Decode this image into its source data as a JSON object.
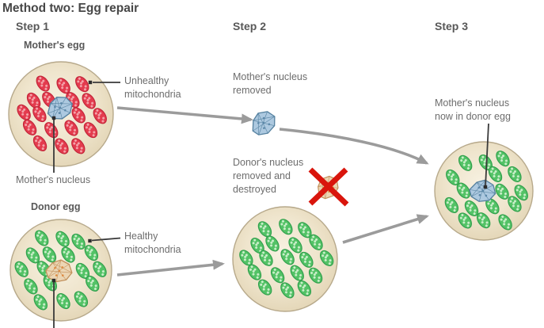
{
  "title": "Method two: Egg repair",
  "steps": [
    {
      "label": "Step 1"
    },
    {
      "label": "Step 2"
    },
    {
      "label": "Step 3"
    }
  ],
  "step1": {
    "mother_egg_label": "Mother's egg",
    "unhealthy_annotation": "Unhealthy\nmitochondria",
    "mother_nucleus_annotation": "Mother's nucleus",
    "donor_egg_label": "Donor egg",
    "healthy_annotation": "Healthy\nmitochondria"
  },
  "step2": {
    "mother_nucleus_removed": "Mother's nucleus\nremoved",
    "donor_nucleus_destroyed": "Donor's nucleus\nremoved and\ndestroyed"
  },
  "step3": {
    "result_annotation": "Mother's nucleus\nnow in donor egg"
  },
  "diagram": {
    "eggs": [
      {
        "name": "mothers-egg",
        "mitochondria": "unhealthy",
        "nucleus": "mother"
      },
      {
        "name": "donor-egg",
        "mitochondria": "healthy",
        "nucleus": "donor"
      },
      {
        "name": "enucleated-donor-egg",
        "mitochondria": "healthy",
        "nucleus": null
      },
      {
        "name": "repaired-donor-egg",
        "mitochondria": "healthy",
        "nucleus": "mother"
      }
    ],
    "extracted_nucleus": "mother",
    "destroyed_nucleus": "donor"
  },
  "colors": {
    "unhealthy_mitochondria": "#e33b4e",
    "unhealthy_mitochondria_dark": "#c12438",
    "unhealthy_mitochondria_dots": "#f4a2a9",
    "healthy_mitochondria": "#53c266",
    "healthy_mitochondria_dark": "#2f9e4b",
    "healthy_mitochondria_dots": "#c9eec9",
    "mother_nucleus_fill": "#adc9e0",
    "mother_nucleus_stroke": "#54809f",
    "donor_nucleus_fill": "#ecd6b4",
    "donor_nucleus_stroke": "#c2915c",
    "donor_nucleus_dots": "#df8a3e",
    "egg_fill": "#efe5cd",
    "egg_border": "#b7a98b",
    "arrow": "#9b9b9b",
    "cross": "#d9150c",
    "label_line": "#3a3a3a"
  }
}
